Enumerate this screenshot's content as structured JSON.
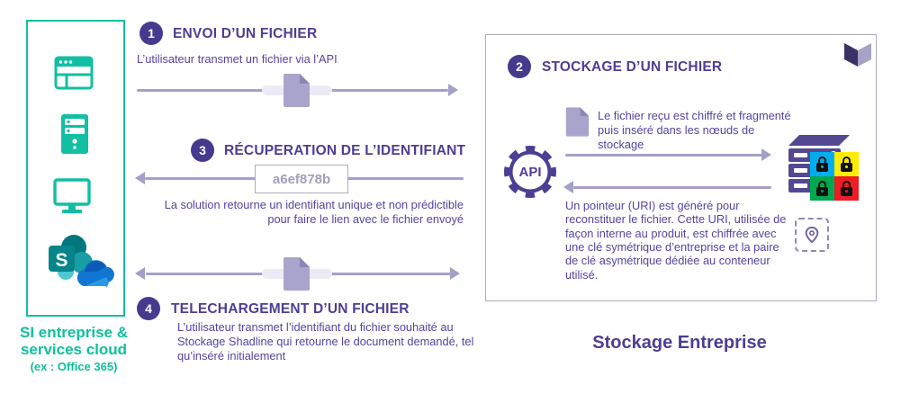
{
  "left_panel": {
    "title_line1": "SI entreprise &",
    "title_line2": "services cloud",
    "subtitle": "(ex : Office 365)",
    "sharepoint_letter": "S",
    "icons": [
      "browser-window",
      "server-tower",
      "monitor",
      "sharepoint-onedrive"
    ]
  },
  "steps": [
    {
      "number": "1",
      "title": "ENVOI D’UN FICHIER",
      "description": "L’utilisateur transmet un fichier via l’API"
    },
    {
      "number": "2",
      "title": "STOCKAGE D’UN FICHIER"
    },
    {
      "number": "3",
      "title": "RÉCUPERATION DE L’IDENTIFIANT",
      "identifier": "a6ef878b",
      "description": "La solution retourne un identifiant unique et non prédictible pour faire le lien avec le fichier envoyé"
    },
    {
      "number": "4",
      "title": "TELECHARGEMENT D’UN FICHIER",
      "description": "L’utilisateur transmet l’identifiant du fichier souhaité au Stockage Shadline qui retourne le document demandé, tel qu’inséré initialement"
    }
  ],
  "storage_box": {
    "api_label": "API",
    "encrypt_text": "Le fichier reçu est chiffré et fragmenté puis inséré dans les nœuds de stockage",
    "pointer_text": "Un pointeur (URI) est généré pour reconstituer le fichier. Cette URI, utilisée de façon interne au produit, est chiffrée avec une clé symétrique d’entreprise et la paire de clé asymétrique dédiée au conteneur utilisé.",
    "caption": "Stockage Entreprise"
  },
  "colors": {
    "purple": "#4b3f93",
    "arrow_gray": "#a3a0c8",
    "teal": "#12bfa2",
    "lock_blue": "#00aeef",
    "lock_yellow": "#ffec00",
    "lock_green": "#00a84f",
    "lock_red": "#ee1c25"
  }
}
